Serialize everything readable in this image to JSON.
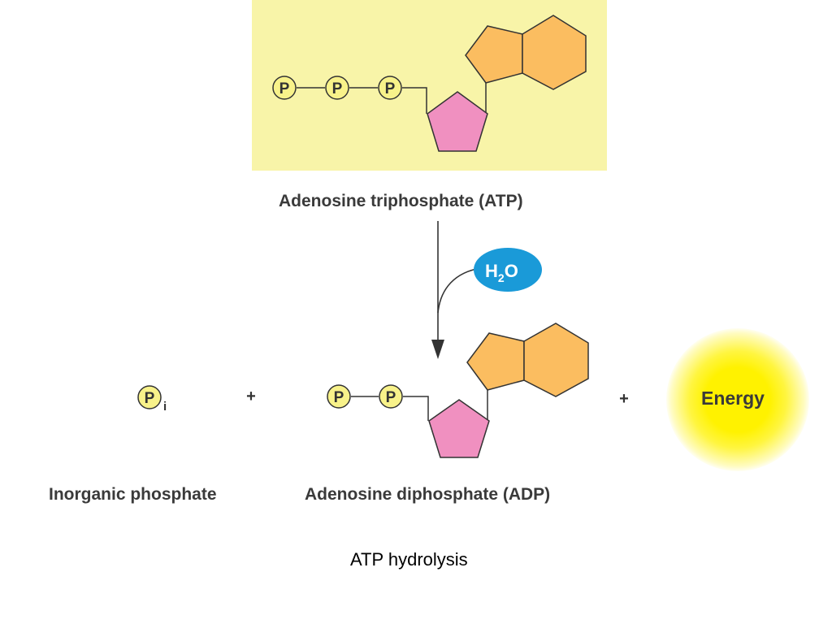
{
  "atp": {
    "label": "Adenosine triphosphate (ATP)",
    "phosphates": [
      "P",
      "P",
      "P"
    ]
  },
  "water": {
    "h": "H",
    "sub": "2",
    "o": "O"
  },
  "products": {
    "pi_symbol": "P",
    "pi_sub": "i",
    "plus1": "+",
    "adp_phosphates": [
      "P",
      "P"
    ],
    "plus2": "+",
    "energy": "Energy"
  },
  "labels": {
    "inorganic_phosphate": "Inorganic phosphate",
    "adp": "Adenosine diphosphate (ADP)"
  },
  "caption": "ATP hydrolysis",
  "colors": {
    "panel": "#f8f4a8",
    "phosphate_fill": "#f8f28a",
    "ribose": "#f090c0",
    "adenine": "#fbbd60",
    "water": "#1a9ad8",
    "energy": "#fff200"
  }
}
